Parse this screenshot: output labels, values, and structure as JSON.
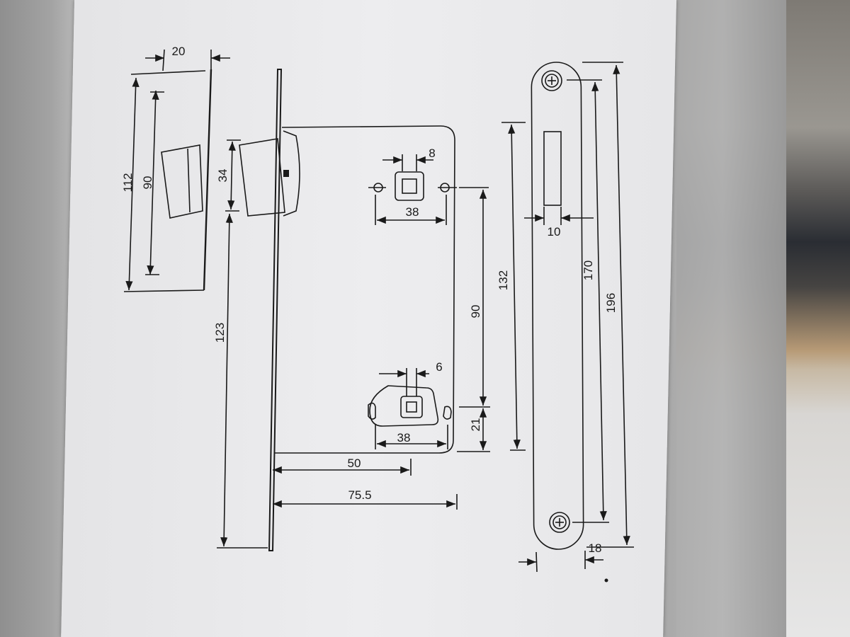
{
  "dimensions": {
    "width_20": "20",
    "height_112": "112",
    "height_90_latch": "90",
    "height_34": "34",
    "height_123": "123",
    "spindle_8": "8",
    "spacing_38_top": "38",
    "spacing_90": "90",
    "height_132": "132",
    "spindle_6": "6",
    "spacing_38_bottom": "38",
    "offset_21": "21",
    "backset_50": "50",
    "depth_75_5": "75.5",
    "slot_10": "10",
    "height_170": "170",
    "height_196": "196",
    "faceplate_18": "18"
  }
}
